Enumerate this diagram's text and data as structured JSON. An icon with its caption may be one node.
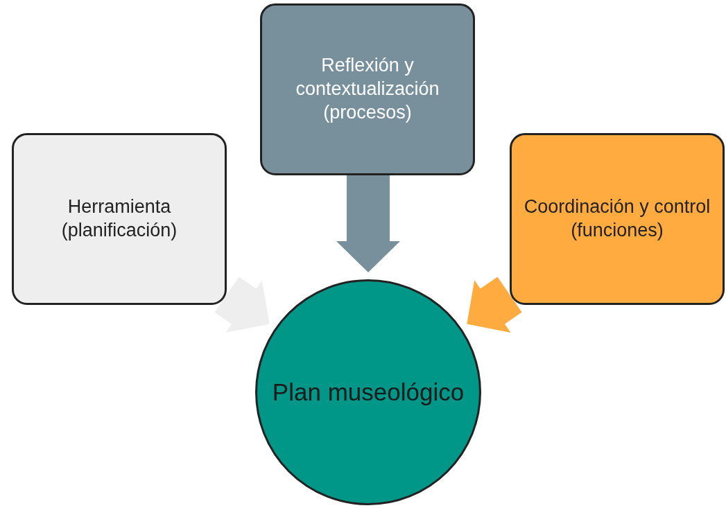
{
  "diagram": {
    "nodes": [
      {
        "text": [
          "Herramienta (planificación)"
        ]
      },
      {
        "text": [
          "Reflexión y contextualización (procesos)"
        ]
      },
      {
        "text": [
          "Coordinación y control (funciones)"
        ]
      },
      {
        "text": [
          "Plan museológico"
        ]
      }
    ],
    "edges": [
      {
        "from": 0,
        "to": 3,
        "arrow": "to",
        "style": "thick",
        "color": "#eeeeee"
      },
      {
        "from": 1,
        "to": 3,
        "arrow": "to",
        "style": "thick",
        "color": "#78909c"
      },
      {
        "from": 2,
        "to": 3,
        "arrow": "to",
        "style": "thick",
        "color": "#ffab40"
      }
    ]
  }
}
